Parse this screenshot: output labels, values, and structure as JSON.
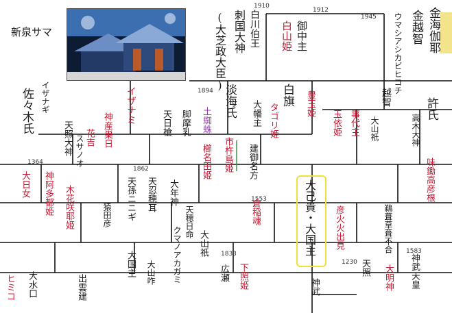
{
  "title": "新泉サマ",
  "header": {
    "kingdom": "金海伽耶",
    "ruler": "金越智",
    "alias": "ウマシアシカビヒコチ",
    "year": "1945"
  },
  "photo": {
    "subject": "shrine-photo"
  },
  "names": {
    "daisho": "(大芝政大臣)",
    "shiragi": "刺国大神",
    "shirakawa": "白川伯王",
    "shirayama": "白山姫",
    "yoshida": "御中主",
    "shouzu": "淡海氏",
    "shirahata": "白旗",
    "daichishin": "大幡主",
    "ochi": "越智",
    "kyo": "許氏",
    "takagi": "高木大神",
    "sakicho": "大山祇",
    "sasaki": "佐々木氏",
    "izanagi": "イザナギ",
    "izanami": "イザナミ",
    "kamimusubi": "神産巣日",
    "amaterasu": "天照大神",
    "susanoo": "スサノオ",
    "tennosukuna": "天日槍",
    "ashinadzuchi": "脚摩乳",
    "tsuchigumo": "土蜘蛛",
    "hanayoshi": "花吉",
    "oonamuchi": "大己貴・大国主",
    "tagori": "タゴリ姫",
    "toyotama": "豊玉姫",
    "tamayori": "玉依姫",
    "kotoshironushi": "事代主",
    "ajisuki": "味鋤高彦根",
    "takeminakata": "建御名方",
    "ooyamakui": "大山咋",
    "ookuninushi": "大国主",
    "kushinada": "櫛名田姫",
    "ichikishima": "市杵島姫",
    "hiko": "大日女",
    "kamiatami": "神阿多都姫",
    "sakuya": "木花咲耶姫",
    "ninigi": "天孫ニニギ",
    "oshihomimi": "天忍穂耳",
    "otoshi": "大年神",
    "kuraoshi": "倉稲魂",
    "amanooshiho": "天穂日命",
    "hikohohodemi": "彦火火出見",
    "ugayafukiaezu": "鵜葺草葺不合",
    "kamu": "神武天皇",
    "sarutahiko": "猿田彦",
    "aoi": "ヒミコ",
    "oomi": "大水口",
    "susano_child": "出雲建",
    "kunado": "クマノアカガミ",
    "akiyama": "大山祇",
    "shimoteru": "下照姫",
    "hirohashi": "広瀬",
    "jinbutou": "神武",
    "tanjou": "天照",
    "daimyoujin": "大明神"
  },
  "years": [
    "1910",
    "1912",
    "1894",
    "1862",
    "1364",
    "1553",
    "1833",
    "1230",
    "1583"
  ]
}
